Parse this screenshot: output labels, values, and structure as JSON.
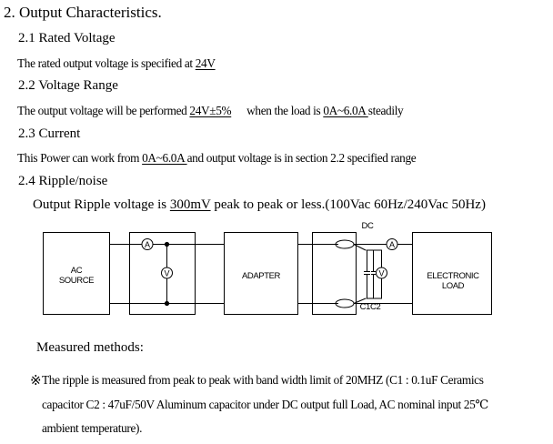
{
  "section": {
    "title": "2. Output Characteristics.",
    "subsections": [
      {
        "heading": "2.1 Rated Voltage",
        "text_before": "The rated output voltage is specified at ",
        "value": "24V"
      },
      {
        "heading": "2.2 Voltage Range",
        "text_before": "The output voltage will be performed ",
        "value1": "24V±5%",
        "text_middle": "   when the load is ",
        "value2": "0A~6.0A ",
        "text_after": "steadily"
      },
      {
        "heading": "2.3 Current",
        "text_before": "This Power can work from ",
        "value": "0A~6.0A ",
        "text_after": "and output voltage is in section 2.2 specified range"
      },
      {
        "heading": "2.4 Ripple/noise",
        "text_before": "Output Ripple voltage is ",
        "value": "300mV",
        "text_after": " peak to peak or less.(100Vac 60Hz/240Vac 50Hz)"
      }
    ]
  },
  "diagram": {
    "blocks": {
      "ac_source": [
        "AC",
        "SOURCE"
      ],
      "adapter": "ADAPTER",
      "electronic_load": [
        "ELECTRONIC",
        "LOAD"
      ]
    },
    "labels": {
      "dc": "DC",
      "capacitors": "C1C2",
      "ammeter": "A",
      "voltmeter": "V"
    }
  },
  "measured": {
    "heading": "Measured methods:",
    "bullet": "※",
    "lines": [
      "The ripple is measured from peak to peak with band width limit of 20MHZ (C1 : 0.1uF Ceramics",
      "capacitor C2 : 47uF/50V Aluminum capacitor under DC output full Load, AC nominal input 25℃",
      "ambient temperature)."
    ]
  }
}
